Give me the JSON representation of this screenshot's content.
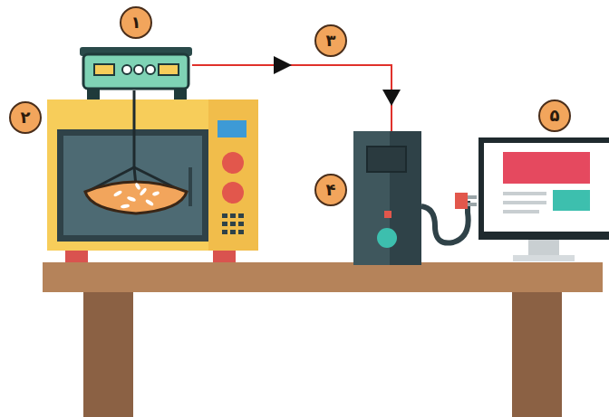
{
  "diagram": {
    "labels": [
      "۱",
      "۲",
      "۳",
      "۴",
      "۵"
    ]
  }
}
